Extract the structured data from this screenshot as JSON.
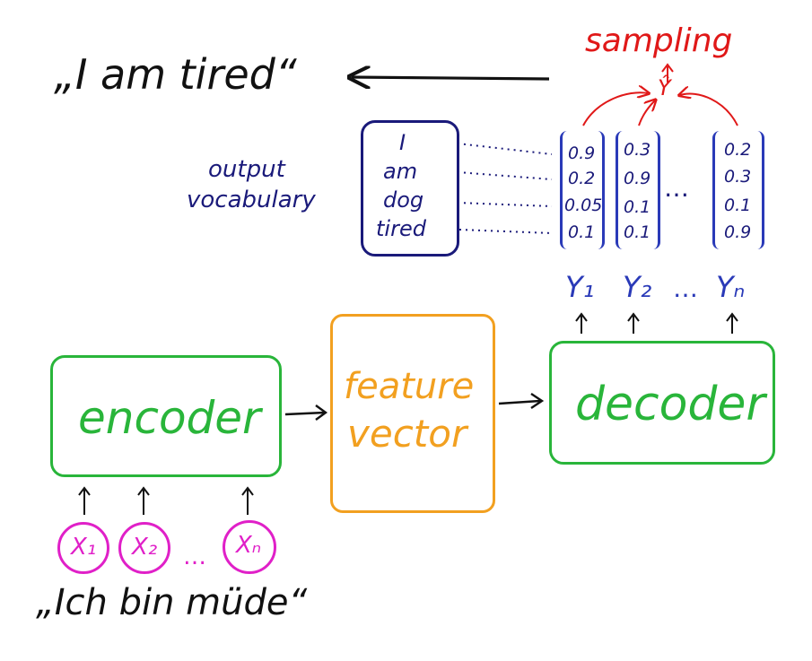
{
  "colors": {
    "black": "#111111",
    "green": "#29b53a",
    "orange": "#f2a020",
    "magenta": "#e020c8",
    "navy": "#1a1a7a",
    "blue": "#2a3ab8",
    "red": "#e01818"
  },
  "top": {
    "output_sentence": "„I am tired“",
    "sampling_label": "sampling",
    "sample_symbol": "Ŷ"
  },
  "vocabulary": {
    "label_line1": "output",
    "label_line2": "vocabulary",
    "words": [
      "I",
      "am",
      "dog",
      "tired"
    ]
  },
  "distributions": [
    {
      "probs": [
        "0.9",
        "0.2",
        "0.05",
        "0.1"
      ],
      "output_label": "Y₁"
    },
    {
      "probs": [
        "0.3",
        "0.9",
        "0.1",
        "0.1"
      ],
      "output_label": "Y₂"
    },
    {
      "probs": [
        "0.2",
        "0.3",
        "0.1",
        "0.9"
      ],
      "output_label": "Yₙ"
    }
  ],
  "ellipsis": "…",
  "blocks": {
    "encoder": "encoder",
    "feature_line1": "feature",
    "feature_line2": "vector",
    "decoder": "decoder"
  },
  "inputs": {
    "tokens": [
      "X₁",
      "X₂",
      "Xₙ"
    ],
    "sentence": "„Ich bin müde“"
  }
}
